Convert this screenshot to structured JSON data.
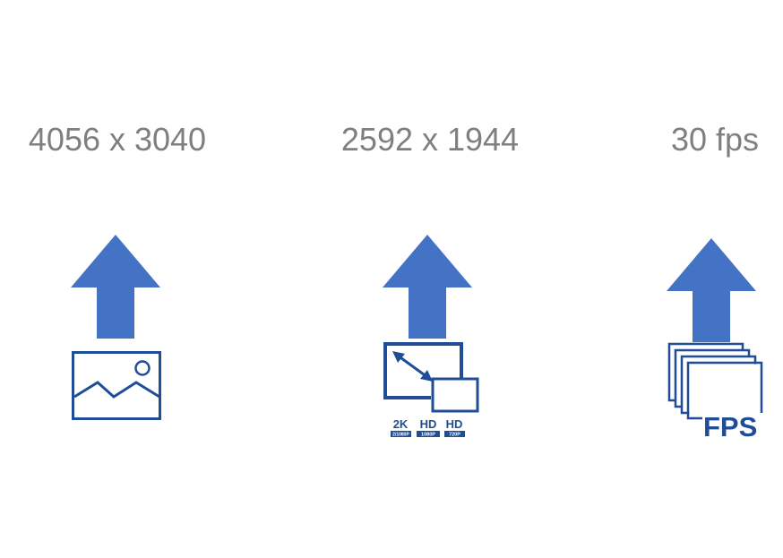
{
  "colors": {
    "label_text": "#7f7f7f",
    "arrow_fill": "#4472c4",
    "icon_stroke": "#1f4e96",
    "background": "#ffffff"
  },
  "specs": [
    {
      "label": "4056 x 3040",
      "icon": "image-icon"
    },
    {
      "label": "2592 x 1944",
      "icon": "resize-screen-icon"
    },
    {
      "label": "30 fps",
      "icon": "fps-frames-icon"
    }
  ],
  "video_badges": [
    {
      "main": "2K",
      "sub": "2/1080P"
    },
    {
      "main": "HD",
      "sub": "1080P"
    },
    {
      "main": "HD",
      "sub": "720P"
    }
  ],
  "fps_icon_text": "FPS"
}
